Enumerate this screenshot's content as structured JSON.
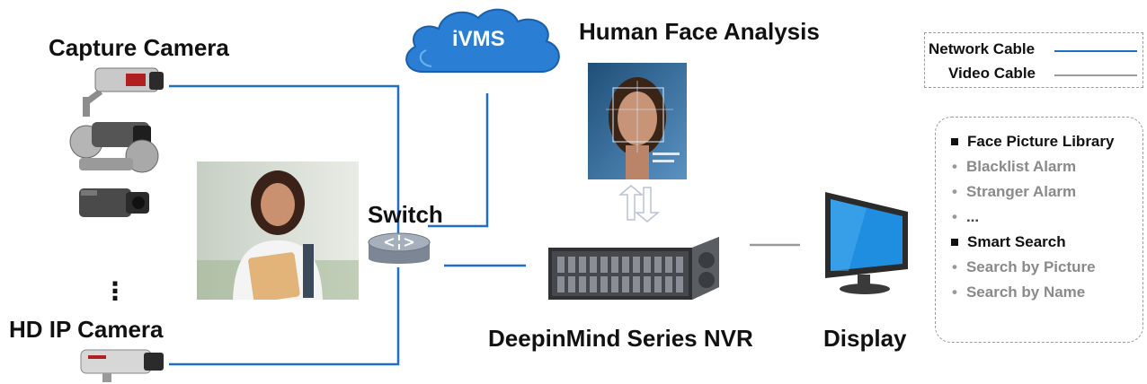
{
  "labels": {
    "capture_camera": "Capture Camera",
    "hd_ip_camera": "HD IP Camera",
    "vertical_ellipsis": "⋮",
    "ivms": "iVMS",
    "human_face_analysis": "Human Face Analysis",
    "switch": "Switch",
    "nvr": "DeepinMind Series NVR",
    "display": "Display"
  },
  "legend": {
    "network_cable": "Network Cable",
    "video_cable": "Video Cable",
    "network_color": "#1f6fc6",
    "video_color": "#9a9a9a"
  },
  "features": [
    {
      "text": "Face Picture Library",
      "type": "header"
    },
    {
      "text": "Blacklist Alarm",
      "type": "sub"
    },
    {
      "text": "Stranger Alarm",
      "type": "sub"
    },
    {
      "text": "...",
      "type": "sub"
    },
    {
      "text": "Smart Search",
      "type": "header"
    },
    {
      "text": "Search by Picture",
      "type": "sub"
    },
    {
      "text": "Search by Name",
      "type": "sub"
    }
  ]
}
